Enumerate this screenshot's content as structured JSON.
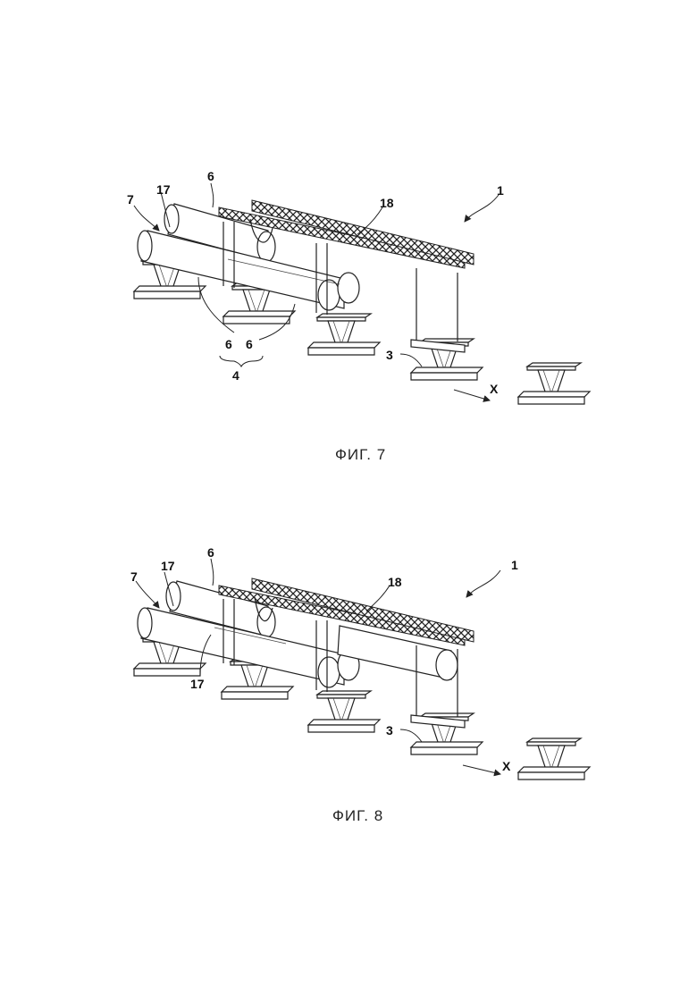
{
  "figures": [
    {
      "caption": "ФИГ. 7",
      "labels": {
        "l1": "1",
        "l18": "18",
        "l17": "17",
        "l7": "7",
        "l6a": "6",
        "l6b": "6",
        "l6c": "6",
        "l4": "4",
        "l3": "3",
        "lx": "X"
      }
    },
    {
      "caption": "ФИГ. 8",
      "labels": {
        "l1": "1",
        "l18": "18",
        "l17": "17",
        "l17b": "17",
        "l7": "7",
        "l6": "6",
        "l3": "3",
        "lx": "X"
      }
    }
  ]
}
